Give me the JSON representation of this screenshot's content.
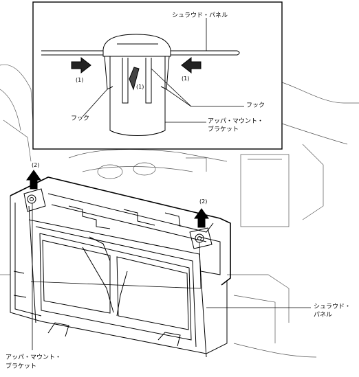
{
  "inset": {
    "shroud_panel": "シュラウド・パネル",
    "hook_left": "フック",
    "hook_right": "フック",
    "bracket_line1": "アッパ・マウント・",
    "bracket_line2": "ブラケット",
    "callout_left": "(1)",
    "callout_center": "(1)",
    "callout_right": "(1)"
  },
  "main": {
    "callout_left": "(2)",
    "callout_right": "(2)",
    "shroud_line1": "シュラウド・",
    "shroud_line2": "パネル",
    "bracket_line1": "アッパ・マウント・",
    "bracket_line2": "ブラケット"
  }
}
